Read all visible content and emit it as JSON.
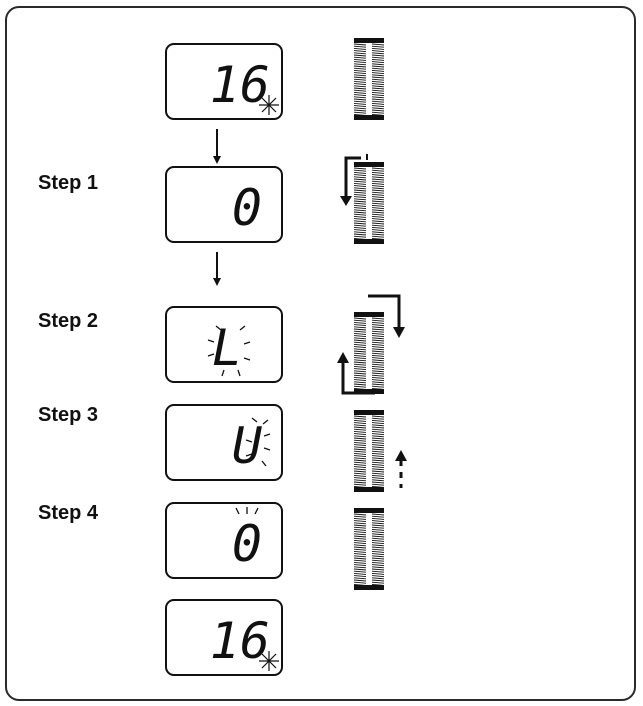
{
  "steps": [
    {
      "label": "Step 1"
    },
    {
      "label": "Step 2"
    },
    {
      "label": "Step 3"
    },
    {
      "label": "Step 4"
    }
  ],
  "displays": [
    {
      "text": "16",
      "indicator": "blinking-dot"
    },
    {
      "text": "0",
      "indicator": "none"
    },
    {
      "text": "L",
      "indicator": "blinking"
    },
    {
      "text": "U",
      "indicator": "blinking-right"
    },
    {
      "text": "0",
      "indicator": "blinking-top"
    },
    {
      "text": "16",
      "indicator": "blinking-dot"
    }
  ],
  "buttonholes": [
    {
      "arrows": "none"
    },
    {
      "arrows": "top-left-down"
    },
    {
      "arrows": "right-down-and-left-up"
    },
    {
      "arrows": "bottom-right-up"
    },
    {
      "arrows": "none"
    }
  ],
  "colors": {
    "ink": "#111111",
    "frame": "#2a2a2a",
    "background": "#ffffff"
  }
}
